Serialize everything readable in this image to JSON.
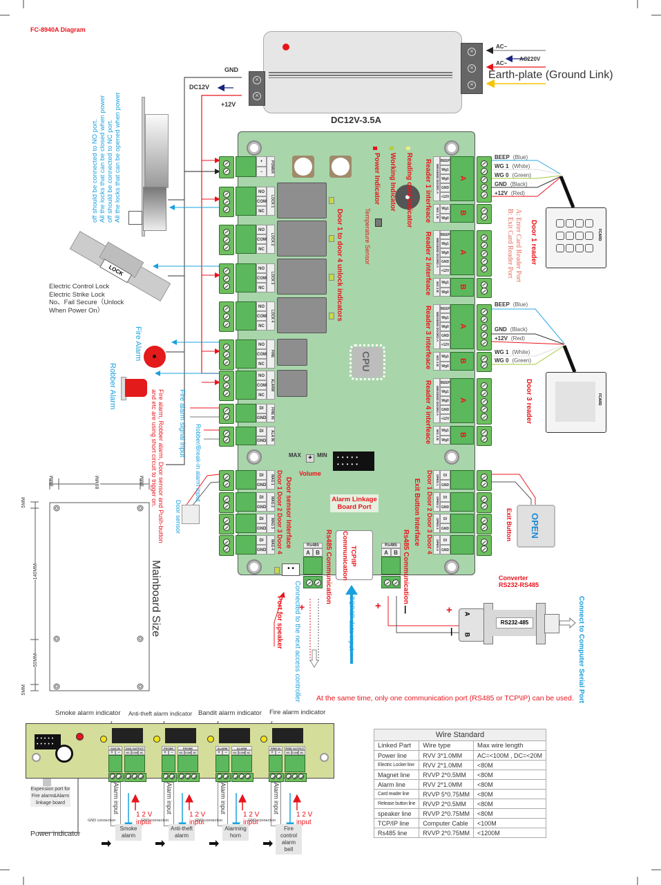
{
  "title": "FC-8940A Diagram",
  "power_supply": {
    "model": "DC12V-3.5A",
    "gnd_label": "GND",
    "dc_label": "DC12V",
    "plus_label": "+12V",
    "ac1_label": "AC~",
    "ac220_label": "AC220V",
    "ac2_label": "AC~",
    "earth_label": "Earth-plate (Ground Link)"
  },
  "lock_note": {
    "line1": "All the locks that can be opened when power",
    "line2": "off should be connected to NC port.",
    "line3": "All the locks that can be closed when power",
    "line4": "off should be connected to NO port."
  },
  "strike_lock": {
    "badge": "LOCK",
    "caption1": "Electric Control Lock",
    "caption2": "Electric Strike Lock",
    "caption3": "No、Fail Secure（Unlock",
    "caption4": "When Power On）"
  },
  "alarms": {
    "fire_alarm": "Fire Alarm",
    "robber_alarm": "Robber Alarm",
    "fire_signal_input": "Fire alarm signal input",
    "robber_input": "Robber/Break-in alarm input",
    "short_circuit_note1": "Fire alarm, Robber alarm, Door sensor and Push-button",
    "short_circuit_note2": "and etc are using short circuit to trigger on.",
    "door_sensor": "Door sensor"
  },
  "board": {
    "power_terminal": {
      "name": "POWER",
      "pins": [
        "+",
        "−"
      ]
    },
    "locks": [
      {
        "name": "LOCK 1",
        "pins": [
          "NO",
          "COM",
          "NC"
        ]
      },
      {
        "name": "LOCK 2",
        "pins": [
          "NO",
          "COM",
          "NC"
        ]
      },
      {
        "name": "LOCK 3",
        "pins": [
          "NO",
          "COM",
          "NC"
        ]
      },
      {
        "name": "LOCK 4",
        "pins": [
          "NO",
          "COM",
          "NC"
        ]
      },
      {
        "name": "FIRE",
        "pins": [
          "NO",
          "COM",
          "NC"
        ]
      },
      {
        "name": "ALARM",
        "pins": [
          "NO",
          "COM",
          "NC"
        ]
      }
    ],
    "inputs": [
      {
        "name": "FIRE IN",
        "pins": [
          "DI",
          "GND"
        ]
      },
      {
        "name": "ALA IN",
        "pins": [
          "DI",
          "GND"
        ]
      }
    ],
    "mags": [
      {
        "name": "MAG 1",
        "pins": [
          "DI",
          "GND"
        ]
      },
      {
        "name": "MAG 2",
        "pins": [
          "DI",
          "GND"
        ]
      },
      {
        "name": "MAG 3",
        "pins": [
          "DI",
          "GND"
        ]
      },
      {
        "name": "MAG 4",
        "pins": [
          "DI",
          "GND"
        ]
      }
    ],
    "opens": [
      {
        "name": "OPEN 1",
        "pins": [
          "DI",
          "GND"
        ]
      },
      {
        "name": "OPEN 2",
        "pins": [
          "DI",
          "GND"
        ]
      },
      {
        "name": "OPEN 3",
        "pins": [
          "DI",
          "GND"
        ]
      },
      {
        "name": "OPEN 4",
        "pins": [
          "DI",
          "GND"
        ]
      }
    ],
    "readers": [
      {
        "a_name": "WEIGEND DOOR1 A",
        "b_name": "WG 1 B",
        "label": "Reader 1 interfeace"
      },
      {
        "a_name": "WEIGEND DOOR2 A",
        "b_name": "WG 2 B",
        "label": "Reader 2 interfeace"
      },
      {
        "a_name": "WEIGEND DOOR3 A",
        "b_name": "WG 3 B",
        "label": "Reader 3 interfeace"
      },
      {
        "a_name": "WEIGEND DOOR4 A",
        "b_name": "WG 4 B",
        "label": "Reader 4 interfeace"
      }
    ],
    "reader_a_pins": [
      "BEEP",
      "Wg1",
      "Wg0",
      "GND",
      "+12V"
    ],
    "reader_b_pins": [
      "Wg1",
      "Wg0"
    ],
    "port_a": "A",
    "port_b": "B",
    "cpu": "CPU",
    "power_indicator": "Power Indicator",
    "working_indicator": "Working Indicator",
    "reading_indicator": "Reading card indicator",
    "temperature_sensor": "Temperature Sensor",
    "unlock_indicators": "Door 1 to door 4 unlock indicators",
    "volume_max": "MAX",
    "volume_min": "MIN",
    "volume": "Volume",
    "alarm_linkage_port": "Alarm Linkage Board Port",
    "door_sensor_interface": "Door sensor Interface",
    "door_sensor_doors": "Door 1  Door 2  Door 3  Door 4",
    "exit_button_interface": "Exit Button Interface",
    "exit_doors": "Door 1  Door 2  Door 3  Door 4",
    "rs485_label": "Rs485",
    "rs485_communication": "Rs485 Communication",
    "tcpip_communication": "TCP/IP Communication",
    "rs485_pins": [
      "A",
      "B"
    ]
  },
  "readers_side": {
    "door1": {
      "title": "Door 1 reader",
      "wires": [
        {
          "name": "BEEP",
          "color_name": "(Blue)",
          "color": "#29a9e1"
        },
        {
          "name": "WG 1",
          "color_name": "(White)",
          "color": "#dddddd"
        },
        {
          "name": "WG 0",
          "color_name": "(Green)",
          "color": "#a3c93a"
        },
        {
          "name": "GND",
          "color_name": "(Black)",
          "color": "#333333"
        },
        {
          "name": "+12V",
          "color_name": "(Red)",
          "color": "#e8141c"
        }
      ]
    },
    "door3": {
      "title": "Door 3 reader",
      "wires": [
        {
          "name": "BEEP",
          "color_name": "(Blue)"
        },
        {
          "name": "GND",
          "color_name": "(Black)"
        },
        {
          "name": "+12V",
          "color_name": "(Red)"
        },
        {
          "name": "WG 1",
          "color_name": "(White)"
        },
        {
          "name": "WG 0",
          "color_name": "(Green)"
        }
      ]
    },
    "reader_brand": "FCARD",
    "port_note_a": "A:  Enter Card Reader Port",
    "port_note_b": "B:  Exit Card Reader Port"
  },
  "exit_button": {
    "label": "Exit Button",
    "face": "OPEN"
  },
  "converter": {
    "title1": "Converter",
    "title2": "RS232-RS485",
    "body": "RS232-485",
    "pin_a": "A",
    "pin_b": "B",
    "connect": "Connect to Computer Serial Port"
  },
  "bottom_notes": {
    "port_for_speaker": "Port for speaker",
    "next_controller": "Connected to the next access controller",
    "tcpip_input": "TCP/IP data input",
    "exclusive_note": "At the same time, only one communication port (RS485 or TCP\\IP) can be used."
  },
  "mainboard_size": {
    "title": "Mainboard Size",
    "dims": [
      "8MM",
      "89MM",
      "8MM",
      "5MM",
      "140MM",
      "50MM",
      "5MM"
    ]
  },
  "alarm_board": {
    "indicators": [
      "Smoke alarm indicator",
      "Anti-theft alarm indicator",
      "Bandit alarm indicator",
      "Fire alarm indicator"
    ],
    "channels": [
      {
        "in": "GAS IN",
        "out": "GAS OUTPUT",
        "device": "Smoke alarm"
      },
      {
        "in": "PROBE IN",
        "out": "PROBE OUTPUT",
        "device": "Anti-theft alarm"
      },
      {
        "in": "ALARM IN",
        "out": "ALARM OUTPUT",
        "device": "Alarming horn"
      },
      {
        "in": "FIRE IN",
        "out": "FIRE OUTPUT",
        "device": "Fire control alarm bell"
      }
    ],
    "in_pins": [
      "+",
      "−"
    ],
    "out_pins": [
      "NO",
      "COM",
      "NC"
    ],
    "alarm_input": "Alarm input",
    "v12": "1 2 V",
    "input": "input",
    "gnd_connection": "GND connection",
    "expansion_port": "Expension port for Fire alarm&Alarm linkage board",
    "power_indicator": "Power indicator"
  },
  "wire_standard": {
    "title": "Wire Standard",
    "headers": [
      "Linked Part",
      "Wire type",
      "Max wire length"
    ],
    "rows": [
      [
        "Power line",
        "RVV 3*1.0MM",
        "AC=<100M , DC=<20M"
      ],
      [
        "Electric Locker line",
        "RVV 2*1.0MM",
        "<80M"
      ],
      [
        "Magnet line",
        "RVVP 2*0.5MM",
        "<80M"
      ],
      [
        "Alarm line",
        "RVV 2*1.0MM",
        "<80M"
      ],
      [
        "Card reader line",
        "RVVP 5*0.75MM",
        "<80M"
      ],
      [
        "Release button line",
        "RVVP 2*0.5MM",
        "<80M"
      ],
      [
        "speaker line",
        "RVVP 2*0.75MM",
        "<80M"
      ],
      [
        "TCP/IP line",
        "Computer Cable",
        "<100M"
      ],
      [
        "Rs485  line",
        "RVVP 2*0.75MM",
        "<1200M"
      ]
    ]
  },
  "colors": {
    "red": "#e8141c",
    "blue": "#1aa0dc",
    "board_green": "#a8d5aa",
    "terminal_green": "#5cb85c"
  }
}
